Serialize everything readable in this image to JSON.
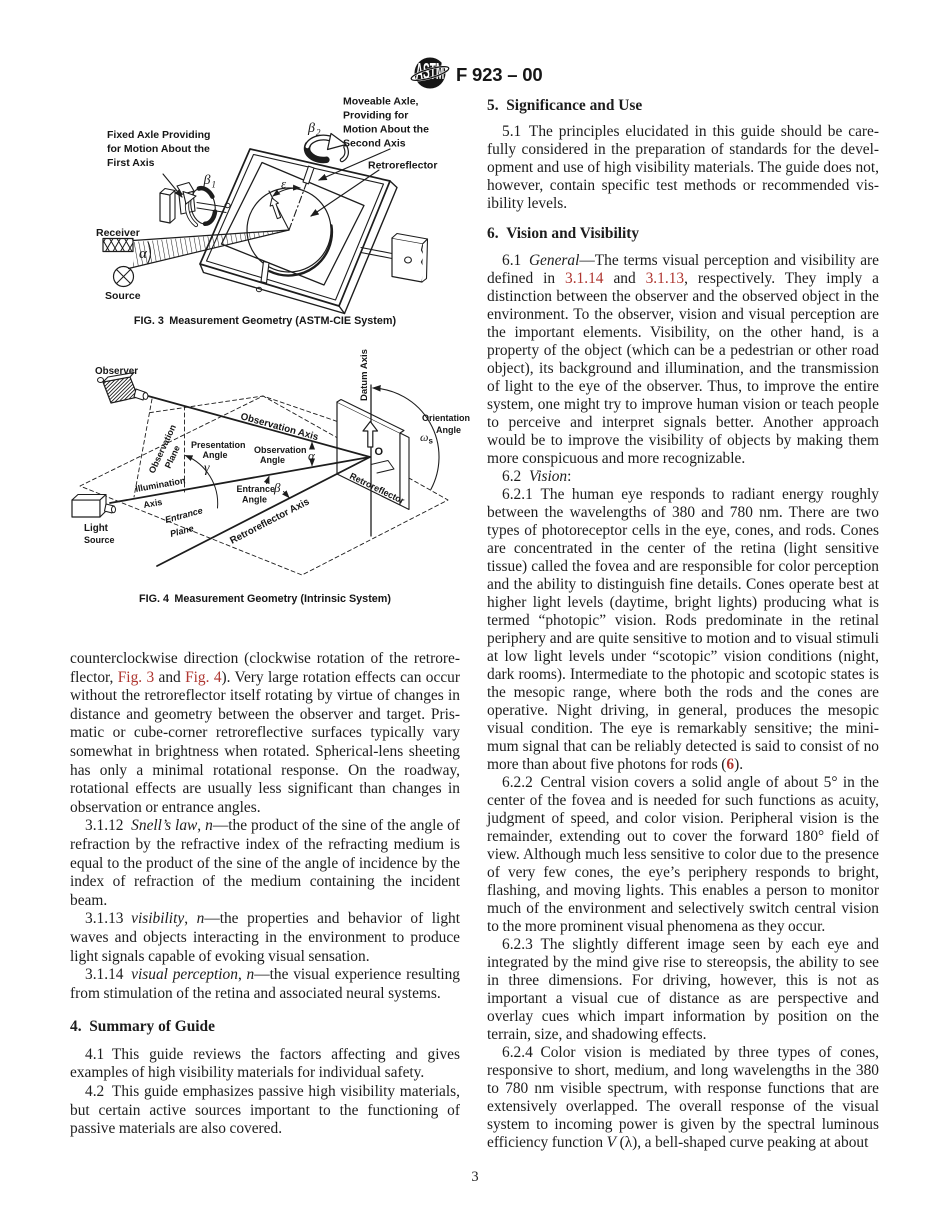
{
  "header": {
    "doc_code": "F 923 – 00",
    "logo": "astm-logo",
    "logo_text": "ASTM"
  },
  "page_number": "3",
  "accent_color": "#ae352f",
  "figures": {
    "fig3": {
      "caption": "FIG. 3 Measurement Geometry (ASTM-CIE System)",
      "labels": {
        "fixed_axle_1": "Fixed Axle Providing",
        "fixed_axle_2": "for Motion About the",
        "fixed_axle_3": "First Axis",
        "moveable_axle_1": "Moveable Axle,",
        "moveable_axle_2": "Providing for",
        "moveable_axle_3": "Motion About the",
        "moveable_axle_4": "Second Axis",
        "retroreflector": "Retroreflector",
        "receiver": "Receiver",
        "source": "Source",
        "alpha": "α",
        "beta1": "β",
        "beta1_sub": "1",
        "beta2": "β",
        "beta2_sub": "2",
        "epsilon": "ε"
      }
    },
    "fig4": {
      "caption": "FIG. 4 Measurement Geometry (Intrinsic System)",
      "labels": {
        "observer": "Observer",
        "light_1": "Light",
        "light_2": "Source",
        "observation_axis": "Observation Axis",
        "observation_plane_1": "Observation",
        "observation_plane_2": "Plane",
        "presentation_angle_1": "Presentation",
        "presentation_angle_2": "Angle",
        "observation_angle_1": "Observation",
        "observation_angle_2": "Angle",
        "illumination_axis_1": "Illumination",
        "illumination_axis_2": "Axis",
        "entrance_angle_1": "Entrance",
        "entrance_angle_2": "Angle",
        "entrance_plane_1": "Entrance",
        "entrance_plane_2": "Plane",
        "retroreflector_axis": "Retroreflector Axis",
        "retroreflector_panel": "Retroreflector",
        "datum_axis": "Datum Axis",
        "orientation_angle_1": "Orientation",
        "orientation_angle_2": "Angle",
        "omega": "ω",
        "omega_sub": "s",
        "alpha": "α",
        "beta": "β",
        "gamma": "γ",
        "origin": "O"
      }
    }
  },
  "columns": {
    "left": {
      "blocks": [
        {
          "t": "p",
          "ind": false,
          "lines": [
            [
              [
                "",
                "counterclockwise direction (clockwise rotation of the retrore-"
              ]
            ],
            [
              [
                "",
                "flector, "
              ],
              [
                "r",
                "Fig. 3"
              ],
              [
                "",
                " and "
              ],
              [
                "r",
                "Fig. 4"
              ],
              [
                "",
                "). Very large rotation effects can occur"
              ]
            ],
            [
              [
                "",
                "without the retroreflector itself rotating by virtue of changes in"
              ]
            ],
            [
              [
                "",
                "distance and geometry between the observer and target. Pris-"
              ]
            ],
            [
              [
                "",
                "matic or cube-corner retroreflective surfaces typically vary"
              ]
            ],
            [
              [
                "",
                "somewhat in brightness when rotated. Spherical-lens sheeting"
              ]
            ],
            [
              [
                "",
                "has only a minimal rotational response. On the roadway,"
              ]
            ],
            [
              [
                "",
                "rotational effects are usually less significant than changes in"
              ]
            ],
            [
              [
                "",
                "observation or entrance angles."
              ]
            ]
          ]
        },
        {
          "t": "p",
          "ind": true,
          "lines": [
            [
              [
                "",
                "3.1.12 "
              ],
              [
                "i",
                "Snell’s law"
              ],
              [
                "",
                ", "
              ],
              [
                "i",
                "n"
              ],
              [
                "",
                "—the product of the sine of the angle of"
              ]
            ],
            [
              [
                "",
                "refraction by the refractive index of the refracting medium is"
              ]
            ],
            [
              [
                "",
                "equal to the product of the sine of the angle of incidence by the"
              ]
            ],
            [
              [
                "",
                "index of refraction of the medium containing the incident"
              ]
            ],
            [
              [
                "",
                "beam."
              ]
            ]
          ]
        },
        {
          "t": "p",
          "ind": true,
          "lines": [
            [
              [
                "",
                "3.1.13 "
              ],
              [
                "i",
                "visibility"
              ],
              [
                "",
                ", "
              ],
              [
                "i",
                "n"
              ],
              [
                "",
                "—the properties and behavior of light"
              ]
            ],
            [
              [
                "",
                "waves and objects interacting in the environment to produce"
              ]
            ],
            [
              [
                "",
                "light signals capable of evoking visual sensation."
              ]
            ]
          ]
        },
        {
          "t": "p",
          "ind": true,
          "lines": [
            [
              [
                "",
                "3.1.14 "
              ],
              [
                "i",
                "visual perception"
              ],
              [
                "",
                ", "
              ],
              [
                "i",
                "n"
              ],
              [
                "",
                "—the visual experience resulting"
              ]
            ],
            [
              [
                "",
                "from stimulation of the retina and associated neural systems."
              ]
            ]
          ]
        },
        {
          "t": "h",
          "text": "4. Summary of Guide"
        },
        {
          "t": "p",
          "ind": true,
          "lines": [
            [
              [
                "",
                "4.1 This guide reviews the factors affecting and gives"
              ]
            ],
            [
              [
                "",
                "examples of high visibility materials for individual safety."
              ]
            ]
          ]
        },
        {
          "t": "p",
          "ind": true,
          "lines": [
            [
              [
                "",
                "4.2 This guide emphasizes passive high visibility materials,"
              ]
            ],
            [
              [
                "",
                "but certain active sources important to the functioning of"
              ]
            ],
            [
              [
                "",
                "passive materials are also covered."
              ]
            ]
          ]
        }
      ]
    },
    "right": {
      "blocks": [
        {
          "t": "h",
          "text": "5. Significance and Use"
        },
        {
          "t": "p",
          "ind": true,
          "lines": [
            [
              [
                "",
                "5.1 The principles elucidated in this guide should be care-"
              ]
            ],
            [
              [
                "",
                "fully considered in the preparation of standards for the devel-"
              ]
            ],
            [
              [
                "",
                "opment and use of high visibility materials. The guide does not,"
              ]
            ],
            [
              [
                "",
                "however, contain specific test methods or recommended vis-"
              ]
            ],
            [
              [
                "",
                "ibility levels."
              ]
            ]
          ]
        },
        {
          "t": "h",
          "later": true,
          "text": "6. Vision and Visibility"
        },
        {
          "t": "p",
          "ind": true,
          "lines": [
            [
              [
                "",
                "6.1 "
              ],
              [
                "i",
                "General"
              ],
              [
                "",
                "—The terms visual perception and visibility are"
              ]
            ],
            [
              [
                "",
                "defined in "
              ],
              [
                "r",
                "3.1.14"
              ],
              [
                "",
                " and "
              ],
              [
                "r",
                "3.1.13"
              ],
              [
                "",
                ", respectively. They imply a"
              ]
            ],
            [
              [
                "",
                "distinction between the observer and the observed object in the"
              ]
            ],
            [
              [
                "",
                "environment. To the observer, vision and visual perception are"
              ]
            ],
            [
              [
                "",
                "the important elements. Visibility, on the other hand, is a"
              ]
            ],
            [
              [
                "",
                "property of the object (which can be a pedestrian or other road"
              ]
            ],
            [
              [
                "",
                "object), its background and illumination, and the transmission"
              ]
            ],
            [
              [
                "",
                "of light to the eye of the observer. Thus, to improve the entire"
              ]
            ],
            [
              [
                "",
                "system, one might try to improve human vision or teach people"
              ]
            ],
            [
              [
                "",
                "to perceive and interpret signals better. Another approach"
              ]
            ],
            [
              [
                "",
                "would be to improve the visibility of objects by making them"
              ]
            ],
            [
              [
                "",
                "more conspicuous and more recognizable."
              ]
            ]
          ]
        },
        {
          "t": "p",
          "ind": true,
          "lines": [
            [
              [
                "",
                "6.2 "
              ],
              [
                "i",
                "Vision"
              ],
              [
                "",
                ":"
              ]
            ]
          ]
        },
        {
          "t": "p",
          "ind": true,
          "lines": [
            [
              [
                "",
                "6.2.1 The human eye responds to radiant energy roughly"
              ]
            ],
            [
              [
                "",
                "between the wavelengths of 380 and 780 nm. There are two"
              ]
            ],
            [
              [
                "",
                "types of photoreceptor cells in the eye, cones, and rods. Cones"
              ]
            ],
            [
              [
                "",
                "are concentrated in the center of the retina (light sensitive"
              ]
            ],
            [
              [
                "",
                "tissue) called the fovea and are responsible for color perception"
              ]
            ],
            [
              [
                "",
                "and the ability to distinguish fine details. Cones operate best at"
              ]
            ],
            [
              [
                "",
                "higher light levels (daytime, bright lights) producing what is"
              ]
            ],
            [
              [
                "",
                "termed “photopic” vision. Rods predominate in the retinal"
              ]
            ],
            [
              [
                "",
                "periphery and are quite sensitive to motion and to visual stimuli"
              ]
            ],
            [
              [
                "",
                "at low light levels under “scotopic” vision conditions (night,"
              ]
            ],
            [
              [
                "",
                "dark rooms). Intermediate to the photopic and scotopic states is"
              ]
            ],
            [
              [
                "",
                "the mesopic range, where both the rods and the cones are"
              ]
            ],
            [
              [
                "",
                "operative. Night driving, in general, produces the mesopic"
              ]
            ],
            [
              [
                "",
                "visual condition. The eye is remarkably sensitive; the mini-"
              ]
            ],
            [
              [
                "",
                "mum signal that can be reliably detected is said to consist of no"
              ]
            ],
            [
              [
                "",
                "more than about five photons for rods ("
              ],
              [
                "rb",
                "6"
              ],
              [
                "",
                ")."
              ]
            ]
          ]
        },
        {
          "t": "p",
          "ind": true,
          "lines": [
            [
              [
                "",
                "6.2.2 Central vision covers a solid angle of about 5° in the"
              ]
            ],
            [
              [
                "",
                "center of the fovea and is needed for such functions as acuity,"
              ]
            ],
            [
              [
                "",
                "judgment of speed, and color vision. Peripheral vision is the"
              ]
            ],
            [
              [
                "",
                "remainder, extending out to cover the forward 180° field of"
              ]
            ],
            [
              [
                "",
                "view. Although much less sensitive to color due to the presence"
              ]
            ],
            [
              [
                "",
                "of very few cones, the eye’s periphery responds to bright,"
              ]
            ],
            [
              [
                "",
                "flashing, and moving lights. This enables a person to monitor"
              ]
            ],
            [
              [
                "",
                "much of the environment and selectively switch central vision"
              ]
            ],
            [
              [
                "",
                "to the more prominent visual phenomena as they occur."
              ]
            ]
          ]
        },
        {
          "t": "p",
          "ind": true,
          "lines": [
            [
              [
                "",
                "6.2.3 The slightly different image seen by each eye and"
              ]
            ],
            [
              [
                "",
                "integrated by the mind give rise to stereopsis, the ability to see"
              ]
            ],
            [
              [
                "",
                "in three dimensions. For driving, however, this is not as"
              ]
            ],
            [
              [
                "",
                "important a visual cue of distance as are perspective and"
              ]
            ],
            [
              [
                "",
                "overlay cues which impart information by position on the"
              ]
            ],
            [
              [
                "",
                "terrain, size, and shadowing effects."
              ]
            ]
          ]
        },
        {
          "t": "p",
          "ind": true,
          "lines": [
            [
              [
                "",
                "6.2.4 Color vision is mediated by three types of cones,"
              ]
            ],
            [
              [
                "",
                "responsive to short, medium, and long wavelengths in the 380"
              ]
            ],
            [
              [
                "",
                "to 780 nm visible spectrum, with response functions that are"
              ]
            ],
            [
              [
                "",
                "extensively overlapped. The overall response of the visual"
              ]
            ],
            [
              [
                "",
                "system to incoming power is given by the spectral luminous"
              ]
            ],
            [
              [
                "",
                "efficiency function "
              ],
              [
                "i",
                "V"
              ],
              [
                "",
                " (λ), a bell-shaped curve peaking at about"
              ]
            ]
          ]
        }
      ]
    }
  }
}
